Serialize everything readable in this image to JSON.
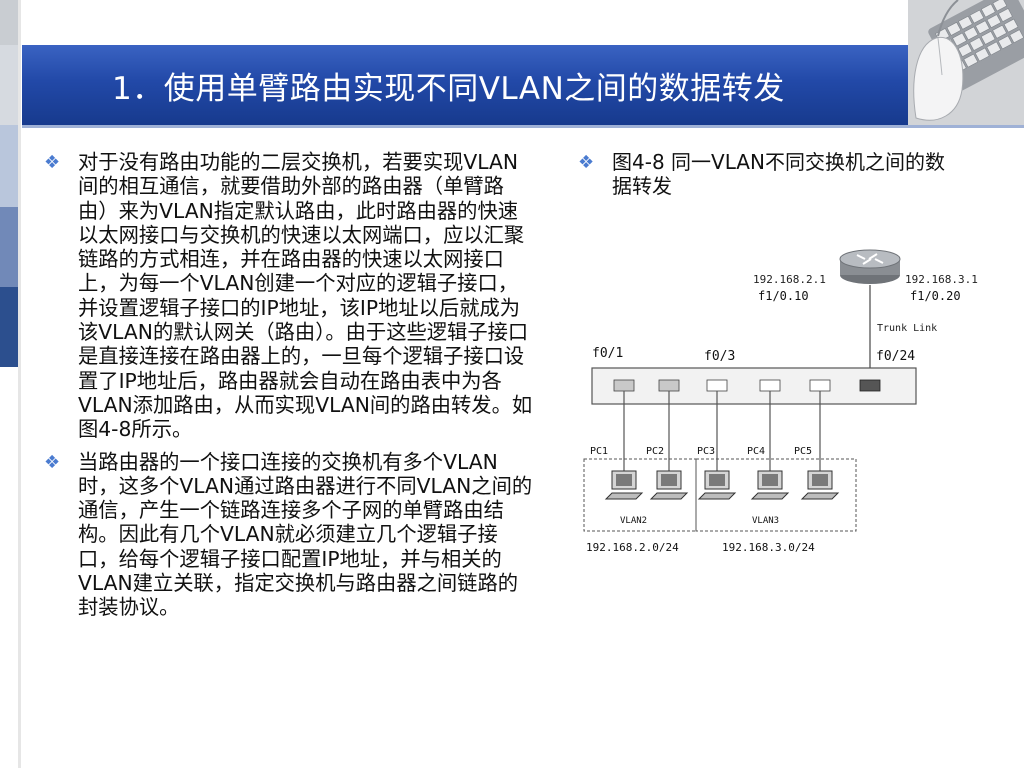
{
  "slide": {
    "title": "1．使用单臂路由实现不同VLAN之间的数据转发"
  },
  "bullets": [
    "对于没有路由功能的二层交换机，若要实现VLAN间的相互通信，就要借助外部的路由器（单臂路由）来为VLAN指定默认路由，此时路由器的快速以太网接口与交换机的快速以太网端口，应以汇聚链路的方式相连，并在路由器的快速以太网接口上，为每一个VLAN创建一个对应的逻辑子接口，并设置逻辑子接口的IP地址，该IP地址以后就成为该VLAN的默认网关（路由）。由于这些逻辑子接口是直接连接在路由器上的，一旦每个逻辑子接口设置了IP地址后，路由器就会自动在路由表中为各VLAN添加路由，从而实现VLAN间的路由转发。如图4-8所示。",
    "当路由器的一个接口连接的交换机有多个VLAN时，这多个VLAN通过路由器进行不同VLAN之间的通信，产生一个链路连接多个子网的单臂路由结构。因此有几个VLAN就必须建立几个逻辑子接口，给每个逻辑子接口配置IP地址，并与相关的VLAN建立关联，指定交换机与路由器之间链路的封装协议。"
  ],
  "figure": {
    "caption": "图4-8  同一VLAN不同交换机之间的数据转发",
    "router_left_ip": "192.168.2.1",
    "router_left_if": "f1/0.10",
    "router_right_ip": "192.168.3.1",
    "router_right_if": "f1/0.20",
    "trunk_label": "Trunk Link",
    "port_labels": [
      "f0/1",
      "f0/3",
      "f0/24"
    ],
    "pc_labels": [
      "PC1",
      "PC2",
      "PC3",
      "PC4",
      "PC5"
    ],
    "vlan_labels": [
      "VLAN2",
      "VLAN3"
    ],
    "subnet_labels": [
      "192.168.2.0/24",
      "192.168.3.0/24"
    ]
  },
  "icons": {
    "bullet": "diamond-bullet-icon",
    "router": "router-icon",
    "switch": "switch-icon",
    "pc": "computer-icon",
    "header_photo": "keyboard-mouse-photo"
  },
  "colors": {
    "header": "#2249a8",
    "bullet": "#4a7bd0"
  }
}
